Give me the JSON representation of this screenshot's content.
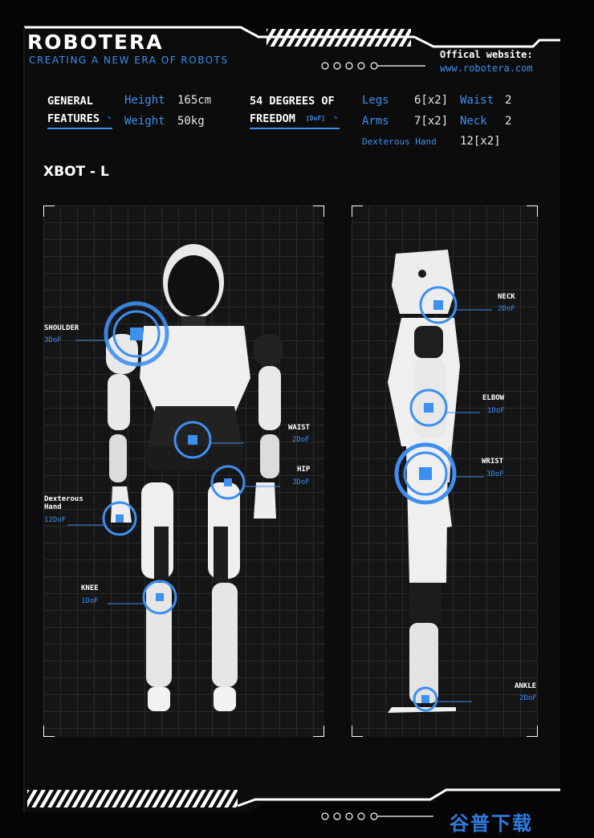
{
  "brand": {
    "name": "ROBOTERA",
    "tagline": "CREATING A NEW ERA OF ROBOTS"
  },
  "website": {
    "label": "Offical website:",
    "url": "www.robotera.com"
  },
  "general": {
    "title_line1": "GENERAL",
    "title_line2": "FEATURES",
    "height_label": "Height",
    "height_value": "165cm",
    "weight_label": "Weight",
    "weight_value": "50kg"
  },
  "dof": {
    "title_line1": "54 DEGREES OF",
    "title_line2": "FREEDOM",
    "title_tag": "[DoF]",
    "legs_label": "Legs",
    "legs_value": "6[x2]",
    "waist_label": "Waist",
    "waist_value": "2",
    "arms_label": "Arms",
    "arms_value": "7[x2]",
    "neck_label": "Neck",
    "neck_value": "2",
    "hand_label": "Dexterous Hand",
    "hand_value": "12[x2]"
  },
  "model": "XBOT - L",
  "joints_front": {
    "shoulder": {
      "name": "SHOULDER",
      "dof": "3DoF"
    },
    "waist": {
      "name": "WAIST",
      "dof": "2DoF"
    },
    "hip": {
      "name": "HIP",
      "dof": "3DoF"
    },
    "hand_line1": "Dexterous",
    "hand_line2": "Hand",
    "hand_dof": "12DoF",
    "knee": {
      "name": "KNEE",
      "dof": "1DoF"
    }
  },
  "joints_side": {
    "neck": {
      "name": "NECK",
      "dof": "2DoF"
    },
    "elbow": {
      "name": "ELBOW",
      "dof": "1DoF"
    },
    "wrist": {
      "name": "WRIST",
      "dof": "3DoF"
    },
    "ankle": {
      "name": "ANKLE",
      "dof": "2DoF"
    }
  },
  "watermark": "谷普下载",
  "colors": {
    "accent": "#3d8ff0",
    "background": "#050505",
    "panel": "#151515"
  }
}
